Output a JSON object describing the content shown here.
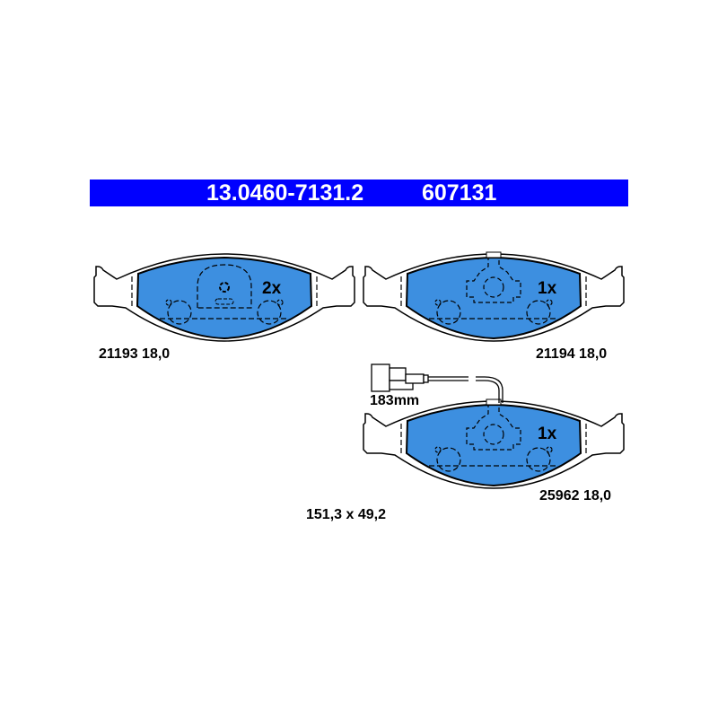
{
  "header": {
    "part_number": "13.0460-7131.2",
    "ref_number": "607131"
  },
  "colors": {
    "banner": "#0000ff",
    "friction": "#3d8fe0",
    "line": "#000000"
  },
  "pads": [
    {
      "code": "21193 18,0",
      "quantity": "2x",
      "sensor": false
    },
    {
      "code": "21194 18,0",
      "quantity": "1x",
      "sensor": false
    },
    {
      "code": "25962 18,0",
      "quantity": "1x",
      "sensor": true
    }
  ],
  "sensor_wire_length": "183mm",
  "dimensions": "151,3 x 49,2"
}
